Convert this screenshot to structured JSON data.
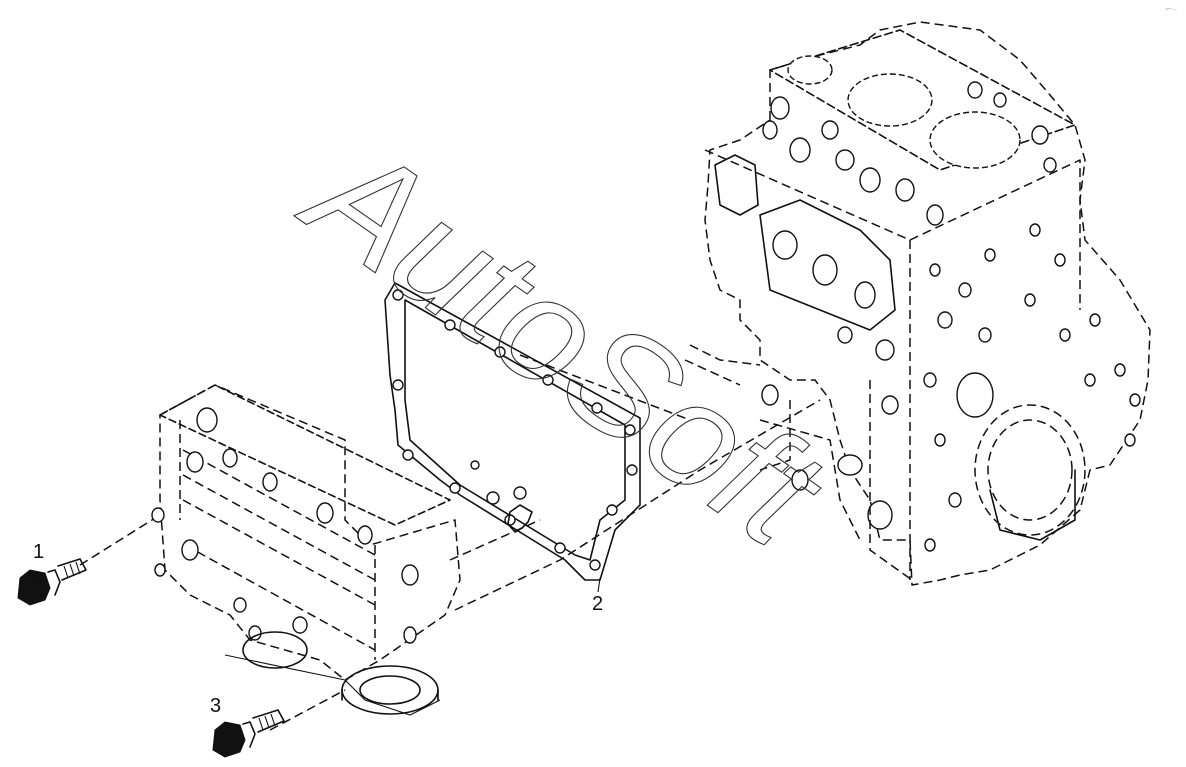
{
  "diagram": {
    "callouts": [
      {
        "id": "1",
        "label": "1",
        "part": "bolt"
      },
      {
        "id": "2",
        "label": "2",
        "part": "gasket"
      },
      {
        "id": "3",
        "label": "3",
        "part": "bolt"
      }
    ],
    "watermark": "AutoSoft"
  },
  "colors": {
    "line": "#111111",
    "background": "#ffffff"
  }
}
